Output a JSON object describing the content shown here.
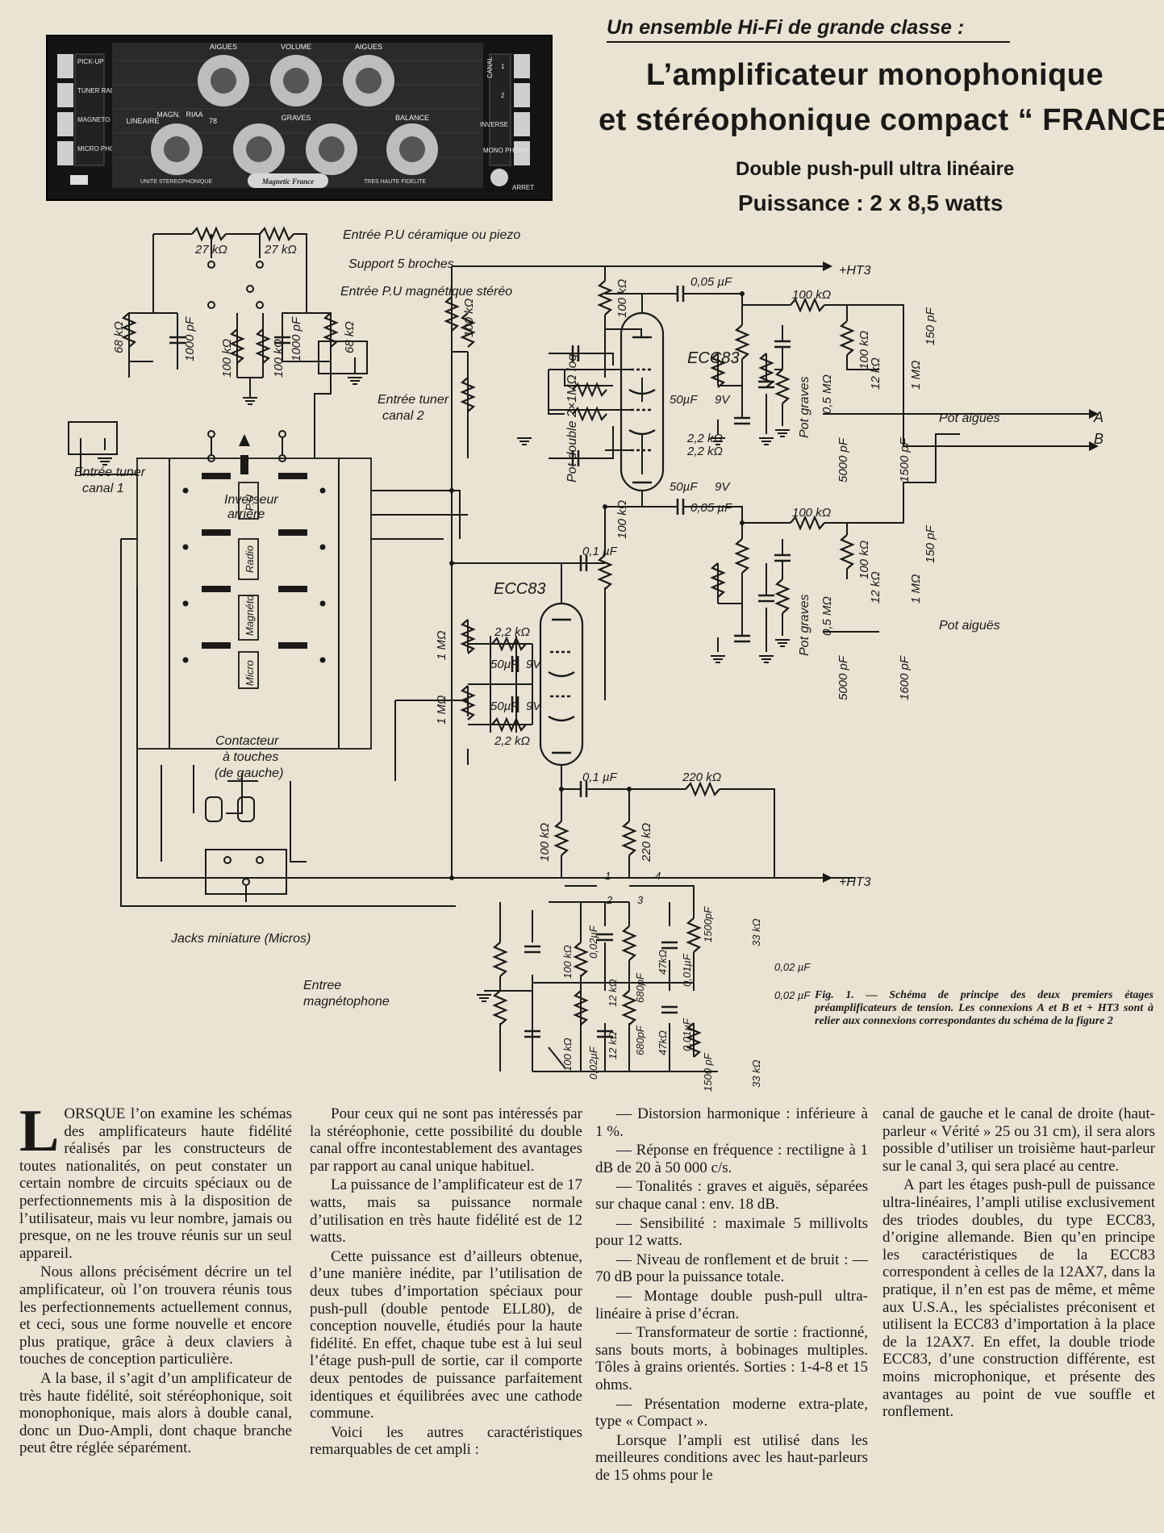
{
  "header": {
    "kicker": "Un ensemble Hi-Fi de grande classe :",
    "title_line1": "L’amplificateur monophonique",
    "title_line2": "et stéréophonique compact “ FRANCE ”",
    "subtitle1": "Double push-pull ultra linéaire",
    "subtitle2": "Puissance : 2 x 8,5 watts"
  },
  "panel": {
    "left_buttons": [
      "PICK-UP",
      "TUNER RADIO",
      "MAGNETO PHONE",
      "MICRO PHONE"
    ],
    "knob_labels_top": [
      "AIGUES",
      "VOLUME",
      "AIGUES"
    ],
    "knob_labels_bottom": [
      "LINEAIRE",
      "MAGN.",
      "RIAA",
      "78",
      "GRAVES",
      "BALANCE"
    ],
    "canal_label": "CANAL",
    "canal_numbers": [
      "1",
      "2"
    ],
    "right_labels": [
      "INVERSE",
      "MONO PHONIE",
      "ARRET"
    ],
    "footer_left": "UNITE STEREOPHONIQUE",
    "brand": "Magnetic France",
    "footer_right": "TRES HAUTE FIDELITE"
  },
  "schematic": {
    "labels": {
      "entree_pu_ceramique": "Entrée P.U céramique ou piezo",
      "support_5_broches": "Support 5 broches",
      "entree_pu_magnetique": "Entrée P.U magnétique stéréo",
      "entree_tuner_2_l1": "Entrée tuner",
      "entree_tuner_2_l2": "canal 2",
      "entree_tuner_1_l1": "Entrée tuner",
      "entree_tuner_1_l2": "canal 1",
      "inverseur_l1": "Inverseur",
      "inverseur_l2": "arrière",
      "contacteur_l1": "Contacteur",
      "contacteur_l2": "à touches",
      "contacteur_l3": "(de gauche)",
      "jacks": "Jacks miniature (Micros)",
      "entree_magneto_l1": "Entree",
      "entree_magneto_l2": "magnétophone",
      "ht3_top": "+HT3",
      "ht3_bottom": "+HT3",
      "out_a": "A",
      "out_b": "B",
      "tube_top": "ECC83",
      "tube_mid": "ECC83",
      "pot_double": "Pot double 2×1MΩ log",
      "pot_graves": "Pot graves",
      "pot_aigues": "Pot aiguës",
      "switch_keys": [
        "P.U",
        "Radio",
        "Magnéto",
        "Micro"
      ],
      "switch_positions": [
        "1",
        "2",
        "3",
        "4"
      ]
    },
    "components": {
      "r27k_1": "27 kΩ",
      "r27k_2": "27 kΩ",
      "c1000_1": "1000 pF",
      "c1000_2": "1000 pF",
      "r68k_1": "68 kΩ",
      "r68k_2": "68 kΩ",
      "r100k_a": "100 kΩ",
      "r100k_b": "100 kΩ",
      "r100k_top": "100 kΩ",
      "r100k_plate": "100 kΩ",
      "c005_top": "0,05 µF",
      "r100k_fb_top": "100 kΩ",
      "r100k_out_top": "100 kΩ",
      "c150_top": "150 pF",
      "r12k_top": "12 kΩ",
      "r1m_top": "1 MΩ",
      "r05m_top": "0,5 MΩ",
      "c5000_top": "5000 pF",
      "c1500_top": "1500 pF",
      "c50_1": "50µF",
      "c50_2": "50µF",
      "v9_1": "9V",
      "v9_2": "9V",
      "r22k_1": "2,2 kΩ",
      "r22k_2": "2,2 kΩ",
      "r100k_plate2": "100 kΩ",
      "c005_bot": "0,05 µF",
      "r100k_fb_bot": "100 kΩ",
      "r100k_out_bot": "100 kΩ",
      "c150_bot": "150 pF",
      "r12k_bot": "12 kΩ",
      "r1m_bot": "1 MΩ",
      "r05m_bot": "0,5 MΩ",
      "c5000_bot": "5000 pF",
      "c1600_bot": "1600 pF",
      "c01_1": "0,1 µF",
      "r1m_g1": "1 MΩ",
      "r1m_g2": "1 MΩ",
      "r22k_3": "2,2 kΩ",
      "r22k_4": "2,2 kΩ",
      "c50_3": "50µF",
      "c50_4": "50µF",
      "v9_3": "9V",
      "v9_4": "9V",
      "c01_2": "0,1 µF",
      "r220k_1": "220 kΩ",
      "r220k_2": "220 kΩ",
      "r100k_cath": "100 kΩ",
      "eq": [
        "100 kΩ",
        "0,02µF",
        "12 kΩ",
        "680pF",
        "47kΩ",
        "0,01µF",
        "1500pF",
        "33 kΩ",
        "0,02 µF",
        "0,02 µF",
        "100 kΩ",
        "0,02µF",
        "12 kΩ",
        "680pF",
        "47kΩ",
        "0,01µF",
        "1500 pF",
        "33 kΩ"
      ]
    }
  },
  "caption": "Fig. 1. — Schéma de principe des deux premiers étages préamplificateurs de tension. Les connexions A et B et + HT3 sont à relier aux connexions correspondantes du schéma de la figure 2",
  "article": {
    "col1": [
      "ORSQUE l’on examine les schémas des amplificateurs haute fidélité réalisés par les constructeurs de toutes nationalités, on peut constater un certain nombre de circuits spéciaux ou de perfectionnements mis à la disposition de l’utilisateur, mais vu leur nombre, jamais ou presque, on ne les trouve réunis sur un seul appareil.",
      "Nous allons précisément décrire un tel amplificateur, où l’on trouvera réunis tous les perfectionnements actuellement connus, et ceci, sous une forme nouvelle et encore plus pratique, grâce à deux claviers à touches de conception particulière.",
      "A la base, il s’agit d’un amplificateur de très haute fidélité, soit stéréophonique, soit monophonique, mais alors à double canal, donc un Duo-Ampli, dont chaque branche peut être réglée séparément."
    ],
    "dropcap": "L",
    "col2": [
      "Pour ceux qui ne sont pas intéressés par la stéréophonie, cette possibilité du double canal offre incontestablement des avantages par rapport au canal unique habituel.",
      "La puissance de l’amplificateur est de 17 watts, mais sa puissance normale d’utilisation en très haute fidélité est de 12 watts.",
      "Cette puissance est d’ailleurs obtenue, d’une manière inédite, par l’utilisation de deux tubes d’importation spéciaux pour push-pull (double pentode ELL80), de conception nouvelle, étudiés pour la haute fidélité. En effet, chaque tube est à lui seul l’étage push-pull de sortie, car il comporte deux pentodes de puissance parfaitement identiques et équilibrées avec une cathode commune.",
      "Voici les autres caractéristiques remarquables de cet ampli :"
    ],
    "col3": [
      "— Distorsion harmonique : inférieure à 1 %.",
      "— Réponse en fréquence : rectiligne à 1 dB de 20 à 50 000 c/s.",
      "— Tonalités : graves et aiguës, séparées sur chaque canal : env. 18 dB.",
      "— Sensibilité : maximale 5 millivolts pour 12 watts.",
      "— Niveau de ronflement et de bruit : — 70 dB pour la puissance totale.",
      "— Montage double push-pull ultra-linéaire à prise d’écran.",
      "— Transformateur de sortie : fractionné, sans bouts morts, à bobinages multiples. Tôles à grains orientés. Sorties : 1-4-8 et 15 ohms.",
      "— Présentation moderne extra-plate, type « Compact ».",
      "Lorsque l’ampli est utilisé dans les meilleures conditions avec les haut-parleurs de 15 ohms pour le"
    ],
    "col4": [
      "canal de gauche et le canal de droite (haut-parleur « Vérité » 25 ou 31 cm), il sera alors possible d’utiliser un troisième haut-parleur sur le canal 3, qui sera placé au centre.",
      "A part les étages push-pull de puissance ultra-linéaires, l’ampli utilise exclusivement des triodes doubles, du type ECC83, d’origine allemande. Bien qu’en principe les caractéristiques de la ECC83 correspondent à celles de la 12AX7, dans la pratique, il n’en est pas de même, et même aux U.S.A., les spécialistes préconisent et utilisent la ECC83 d’importation à la place de la 12AX7. En effet, la double triode ECC83, d’une construction différente, est moins microphonique, et présente des avantages au point de vue souffle et ronflement."
    ]
  }
}
